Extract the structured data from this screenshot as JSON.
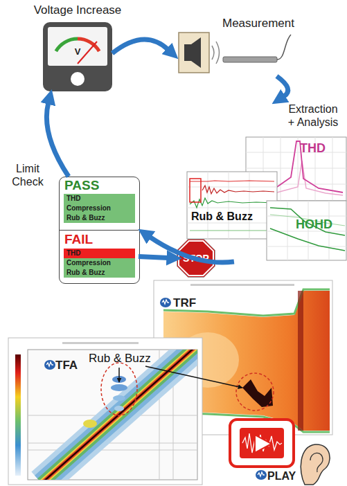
{
  "diagram": {
    "nodes": [
      {
        "text": [
          "Voltage Increase",
          "V"
        ]
      },
      {
        "text": [
          "Measurement"
        ]
      },
      {
        "text": [
          "Extraction + Analysis"
        ]
      },
      {
        "text": [
          "THD"
        ],
        "in": 2
      },
      {
        "text": [
          "Rub & Buzz"
        ],
        "in": 2
      },
      {
        "text": [
          "HOHD"
        ],
        "in": 2
      },
      {
        "text": [
          "Limit Check"
        ]
      },
      {
        "text": [
          "PASS"
        ],
        "in": 6
      },
      {
        "text": [
          "THD"
        ],
        "in": 7
      },
      {
        "text": [
          "Compression"
        ],
        "in": 7
      },
      {
        "text": [
          "Rub & Buzz"
        ],
        "in": 7
      },
      {
        "text": [
          "FAIL"
        ],
        "in": 6
      },
      {
        "text": [
          "THD"
        ],
        "in": 11
      },
      {
        "text": [
          "Compression"
        ],
        "in": 11
      },
      {
        "text": [
          "Rub & Buzz"
        ],
        "in": 11
      },
      {
        "text": [
          "STOP"
        ]
      },
      {
        "text": [
          "TRF"
        ]
      },
      {
        "text": [
          "TFA"
        ]
      },
      {
        "text": [
          "PLAY"
        ]
      }
    ],
    "edges": [
      {
        "from": 0,
        "to": 1,
        "arrow": "to"
      },
      {
        "from": 1,
        "to": 2,
        "arrow": "to"
      },
      {
        "from": 2,
        "to": 6,
        "arrow": "to"
      },
      {
        "from": 6,
        "to": 0,
        "arrow": "to"
      },
      {
        "from": 11,
        "to": 15,
        "arrow": "to"
      }
    ],
    "labels": [
      "Rub & Buzz"
    ]
  }
}
